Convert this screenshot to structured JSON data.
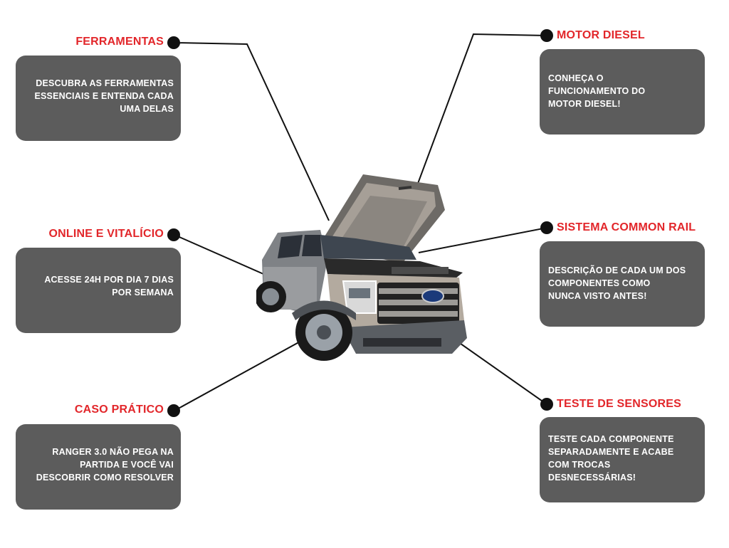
{
  "features": {
    "ferramentas": {
      "title": "FERRAMENTAS",
      "description": "DESCUBRA AS FERRAMENTAS\nESSENCIAIS E  ENTENDA CADA\nUMA DELAS"
    },
    "online": {
      "title": "ONLINE E VITALÍCIO",
      "description": "ACESSE 24H POR DIA 7 DIAS\nPOR SEMANA"
    },
    "caso": {
      "title": "CASO PRÁTICO",
      "description": "RANGER 3.0 NÃO PEGA NA\nPARTIDA E VOCÊ VAI\nDESCOBRIR COMO RESOLVER"
    },
    "motor": {
      "title": "MOTOR DIESEL",
      "description": "CONHEÇA O\nFUNCIONAMENTO DO\nMOTOR DIESEL!"
    },
    "common_rail": {
      "title": "SISTEMA COMMON RAIL",
      "description": "DESCRIÇÃO DE CADA UM DOS\nCOMPONENTES COMO\nNUNCA VISTO ANTES!"
    },
    "sensores": {
      "title": "TESTE DE SENSORES",
      "description": "TESTE CADA COMPONENTE\nSEPARADAMENTE E ACABE\nCOM TROCAS\nDESNECESSÁRIAS!"
    }
  },
  "colors": {
    "title_red": "#e2262a",
    "box_gray": "#5c5c5c",
    "connector": "#111111"
  }
}
